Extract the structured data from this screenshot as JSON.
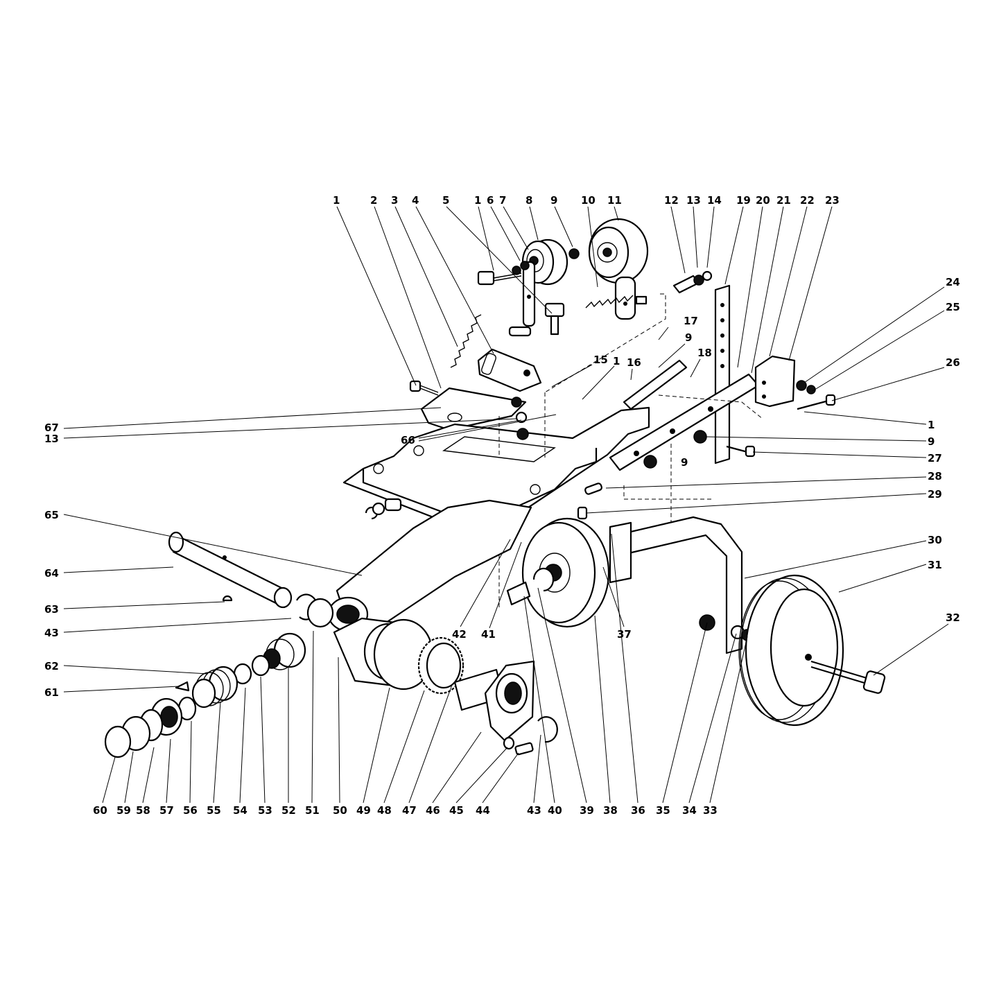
{
  "diagram": {
    "callouts": [
      {
        "label": "1"
      },
      {
        "label": "2"
      },
      {
        "label": "3"
      },
      {
        "label": "4"
      },
      {
        "label": "5"
      },
      {
        "label": "1"
      },
      {
        "label": "6"
      },
      {
        "label": "7"
      },
      {
        "label": "8"
      },
      {
        "label": "9"
      },
      {
        "label": "10"
      },
      {
        "label": "11"
      },
      {
        "label": "12"
      },
      {
        "label": "13"
      },
      {
        "label": "14"
      },
      {
        "label": "19"
      },
      {
        "label": "20"
      },
      {
        "label": "21"
      },
      {
        "label": "22"
      },
      {
        "label": "23"
      },
      {
        "label": "24"
      },
      {
        "label": "25"
      },
      {
        "label": "26"
      },
      {
        "label": "1"
      },
      {
        "label": "9"
      },
      {
        "label": "27"
      },
      {
        "label": "9"
      },
      {
        "label": "28"
      },
      {
        "label": "29"
      },
      {
        "label": "30"
      },
      {
        "label": "31"
      },
      {
        "label": "32"
      },
      {
        "label": "17"
      },
      {
        "label": "9"
      },
      {
        "label": "18"
      },
      {
        "label": "15"
      },
      {
        "label": "1"
      },
      {
        "label": "16"
      },
      {
        "label": "67"
      },
      {
        "label": "13"
      },
      {
        "label": "66"
      },
      {
        "label": "65"
      },
      {
        "label": "64"
      },
      {
        "label": "63"
      },
      {
        "label": "43"
      },
      {
        "label": "62"
      },
      {
        "label": "61"
      },
      {
        "label": "42"
      },
      {
        "label": "41"
      },
      {
        "label": "37"
      },
      {
        "label": "60"
      },
      {
        "label": "59"
      },
      {
        "label": "58"
      },
      {
        "label": "57"
      },
      {
        "label": "56"
      },
      {
        "label": "55"
      },
      {
        "label": "54"
      },
      {
        "label": "53"
      },
      {
        "label": "52"
      },
      {
        "label": "51"
      },
      {
        "label": "50"
      },
      {
        "label": "49"
      },
      {
        "label": "48"
      },
      {
        "label": "47"
      },
      {
        "label": "46"
      },
      {
        "label": "45"
      },
      {
        "label": "44"
      },
      {
        "label": "43"
      },
      {
        "label": "40"
      },
      {
        "label": "39"
      },
      {
        "label": "38"
      },
      {
        "label": "36"
      },
      {
        "label": "35"
      },
      {
        "label": "34"
      },
      {
        "label": "33"
      }
    ]
  }
}
